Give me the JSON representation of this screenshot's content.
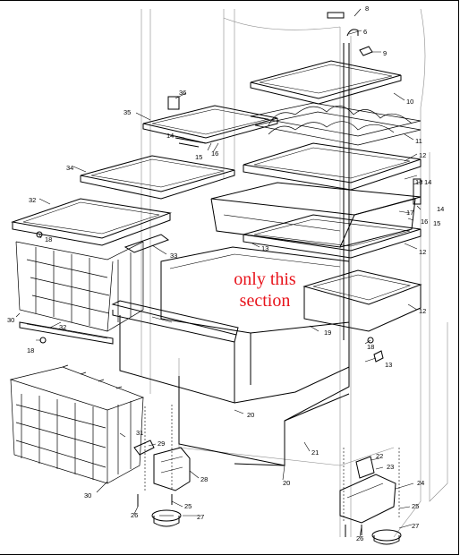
{
  "annotation": {
    "line1": "only this",
    "line2": "section",
    "color": "#e8141c"
  },
  "part_numbers": {
    "p8": "8",
    "p6": "6",
    "p9": "9",
    "p10": "10",
    "p11": "11",
    "p12a": "12",
    "p12b": "12",
    "p12c": "12",
    "p13a": "13",
    "p13b": "13",
    "p13c": "13",
    "p14a": "14",
    "p14b": "14",
    "p15a": "15",
    "p15b": "15",
    "p16a": "16",
    "p16b": "16",
    "p17": "17",
    "p18a": "18",
    "p18b": "18",
    "p18c": "18",
    "p19": "19",
    "p20a": "20",
    "p20b": "20",
    "p21": "21",
    "p22": "22",
    "p23": "23",
    "p24": "24",
    "p25a": "25",
    "p25b": "25",
    "p26a": "26",
    "p26b": "26",
    "p27a": "27",
    "p27b": "27",
    "p28": "28",
    "p29": "29",
    "p30a": "30",
    "p30b": "30",
    "p31": "31",
    "p32a": "32",
    "p32b": "32",
    "p33": "33",
    "p34": "34",
    "p35": "35",
    "p36": "36"
  }
}
